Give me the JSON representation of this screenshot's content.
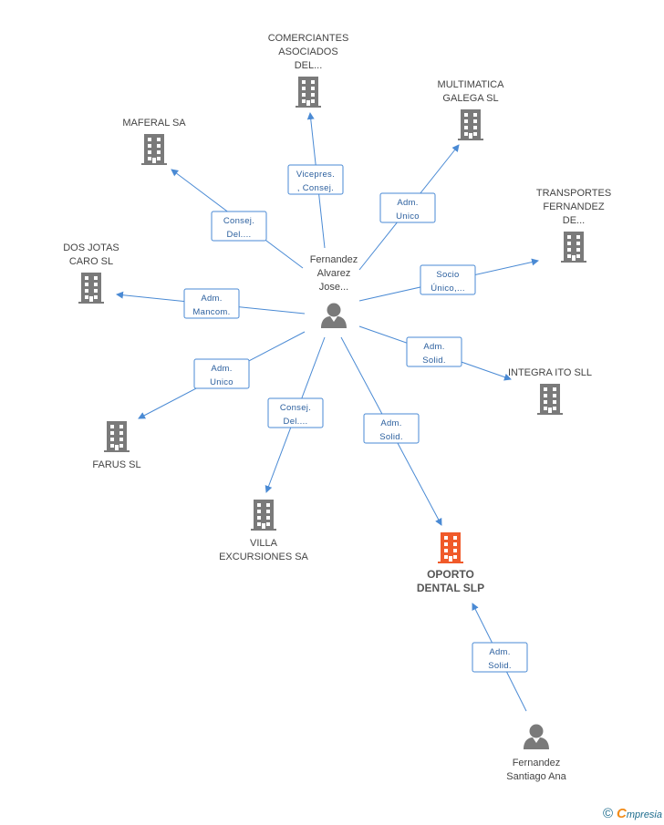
{
  "colors": {
    "edge": "#4a8ad4",
    "company": "#7a7a7a",
    "focus": "#f05a2a",
    "person": "#7a7a7a"
  },
  "nodes": [
    {
      "id": "fernandez-alvarez",
      "type": "person",
      "lines": [
        "Fernandez",
        "Alvarez",
        "Jose..."
      ]
    },
    {
      "id": "comerciantes",
      "type": "company",
      "lines": [
        "COMERCIANTES",
        "ASOCIADOS",
        "DEL..."
      ]
    },
    {
      "id": "multimatica",
      "type": "company",
      "lines": [
        "MULTIMATICA",
        "GALEGA SL"
      ]
    },
    {
      "id": "maferal",
      "type": "company",
      "lines": [
        "MAFERAL SA"
      ]
    },
    {
      "id": "transportes",
      "type": "company",
      "lines": [
        "TRANSPORTES",
        "FERNANDEZ",
        "DE..."
      ]
    },
    {
      "id": "dos-jotas",
      "type": "company",
      "lines": [
        "DOS JOTAS",
        "CARO  SL"
      ]
    },
    {
      "id": "integra-ito",
      "type": "company",
      "lines": [
        "INTEGRA ITO SLL"
      ]
    },
    {
      "id": "farus",
      "type": "company",
      "lines": [
        "FARUS SL"
      ]
    },
    {
      "id": "villa-excursiones",
      "type": "company",
      "lines": [
        "VILLA",
        "EXCURSIONES SA"
      ]
    },
    {
      "id": "oporto-dental",
      "type": "focus",
      "lines": [
        "OPORTO",
        "DENTAL SLP"
      ]
    },
    {
      "id": "fernandez-santiago",
      "type": "person",
      "lines": [
        "Fernandez",
        "Santiago Ana"
      ]
    }
  ],
  "edges": [
    {
      "from": "fernandez-alvarez",
      "to": "comerciantes",
      "lines": [
        "Vicepres.",
        ", Consej."
      ]
    },
    {
      "from": "fernandez-alvarez",
      "to": "multimatica",
      "lines": [
        "Adm.",
        "Unico"
      ]
    },
    {
      "from": "fernandez-alvarez",
      "to": "maferal",
      "lines": [
        "Consej.",
        "Del...."
      ]
    },
    {
      "from": "fernandez-alvarez",
      "to": "transportes",
      "lines": [
        "Socio",
        "Único,..."
      ]
    },
    {
      "from": "fernandez-alvarez",
      "to": "dos-jotas",
      "lines": [
        "Adm.",
        "Mancom."
      ]
    },
    {
      "from": "fernandez-alvarez",
      "to": "integra-ito",
      "lines": [
        "Adm.",
        "Solid."
      ]
    },
    {
      "from": "fernandez-alvarez",
      "to": "farus",
      "lines": [
        "Adm.",
        "Unico"
      ]
    },
    {
      "from": "fernandez-alvarez",
      "to": "villa-excursiones",
      "lines": [
        "Consej.",
        "Del...."
      ]
    },
    {
      "from": "fernandez-alvarez",
      "to": "oporto-dental",
      "lines": [
        "Adm.",
        "Solid."
      ]
    },
    {
      "from": "fernandez-santiago",
      "to": "oporto-dental",
      "lines": [
        "Adm.",
        "Solid."
      ]
    }
  ],
  "footer": {
    "copyright": "©",
    "brand_initial": "C",
    "brand_rest": "mpresia"
  }
}
